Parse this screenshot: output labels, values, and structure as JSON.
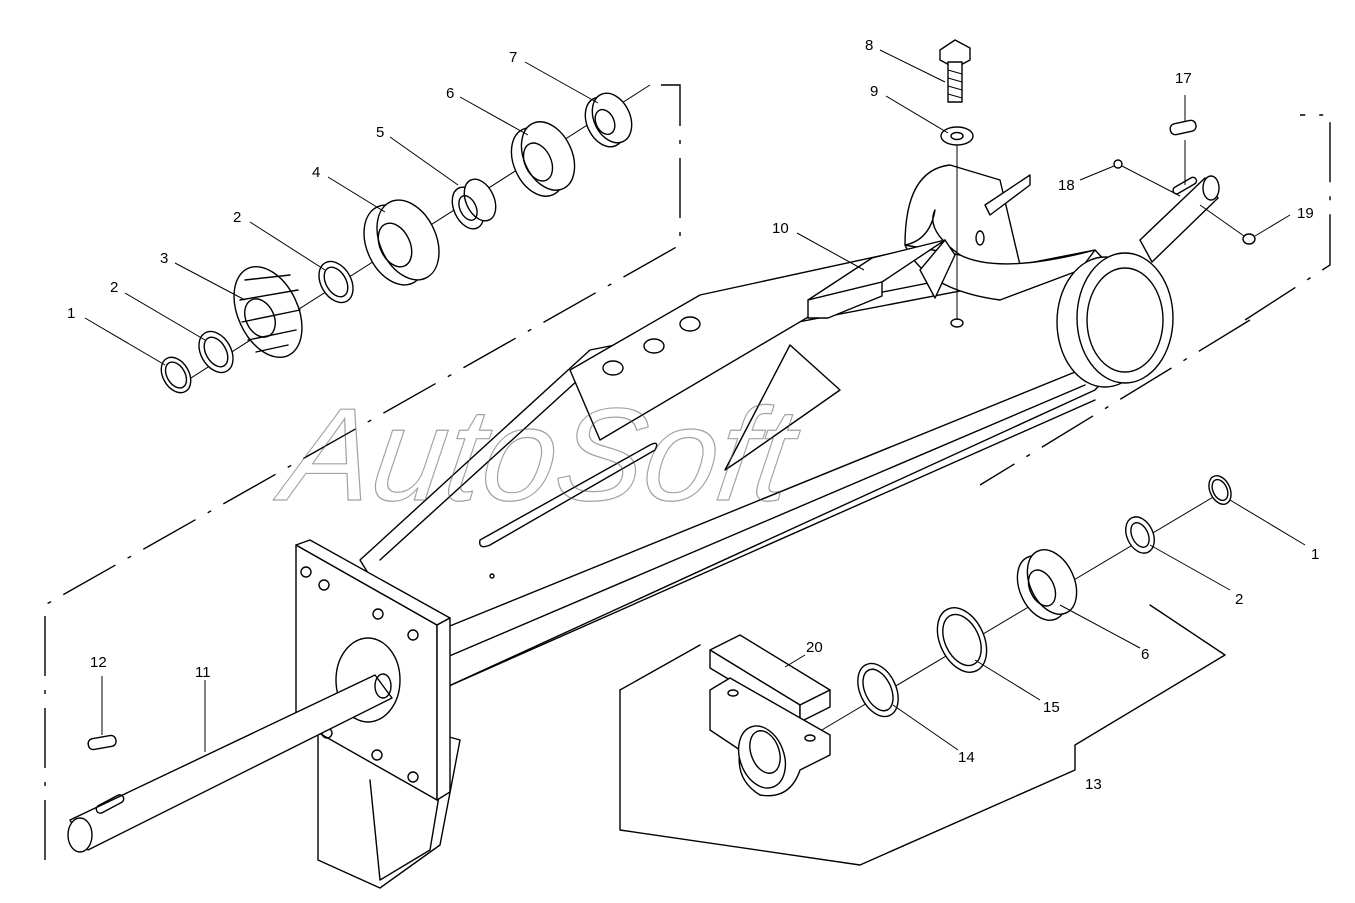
{
  "watermark": "AutoSoft",
  "callouts": {
    "c1a": "1",
    "c2a": "2",
    "c3": "3",
    "c2b": "2",
    "c4": "4",
    "c5": "5",
    "c6a": "6",
    "c7": "7",
    "c8": "8",
    "c9": "9",
    "c10": "10",
    "c17": "17",
    "c18": "18",
    "c19": "19",
    "c12": "12",
    "c11": "11",
    "c20": "20",
    "c1b": "1",
    "c2c": "2",
    "c6b": "6",
    "c15": "15",
    "c14": "14",
    "c13": "13"
  }
}
